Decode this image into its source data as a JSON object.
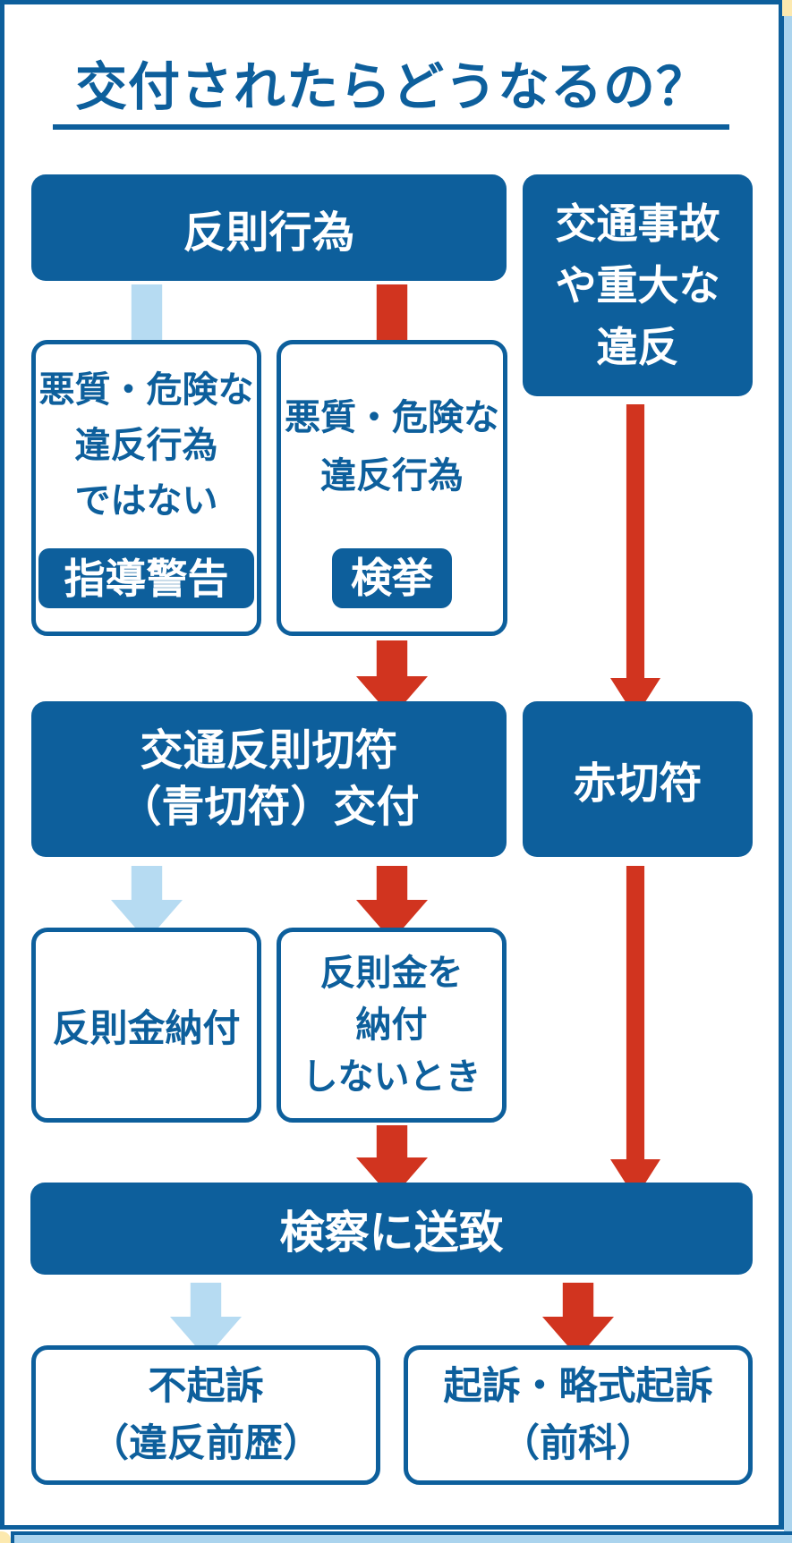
{
  "title": "交付されたらどうなるの？",
  "palette": {
    "primary_blue": "#0d5f9c",
    "arrow_light_blue": "#b6dbf2",
    "arrow_red": "#d1341f",
    "background_yellow": "#fce9af",
    "edge_light_blue": "#abd4ee"
  },
  "flow": {
    "violation": {
      "label": "反則行為"
    },
    "accident": {
      "lines": [
        "交通事故",
        "や重大な",
        "違反"
      ]
    },
    "not_malicious": {
      "lines": [
        "悪質・危険な",
        "違反行為",
        "ではない"
      ],
      "badge": "指導警告"
    },
    "malicious": {
      "lines": [
        "悪質・危険な",
        "違反行為"
      ],
      "badge": "検挙"
    },
    "blue_ticket": {
      "lines": [
        "交通反則切符",
        "（青切符）交付"
      ]
    },
    "red_ticket": {
      "label": "赤切符"
    },
    "fine_paid": {
      "label": "反則金納付"
    },
    "fine_unpaid": {
      "lines": [
        "反則金を",
        "納付",
        "しないとき"
      ]
    },
    "prosecution": {
      "label": "検察に送致"
    },
    "not_indicted": {
      "lines": [
        "不起訴",
        "（違反前歴）"
      ]
    },
    "indicted": {
      "lines": [
        "起訴・略式起訴",
        "（前科）"
      ]
    }
  }
}
